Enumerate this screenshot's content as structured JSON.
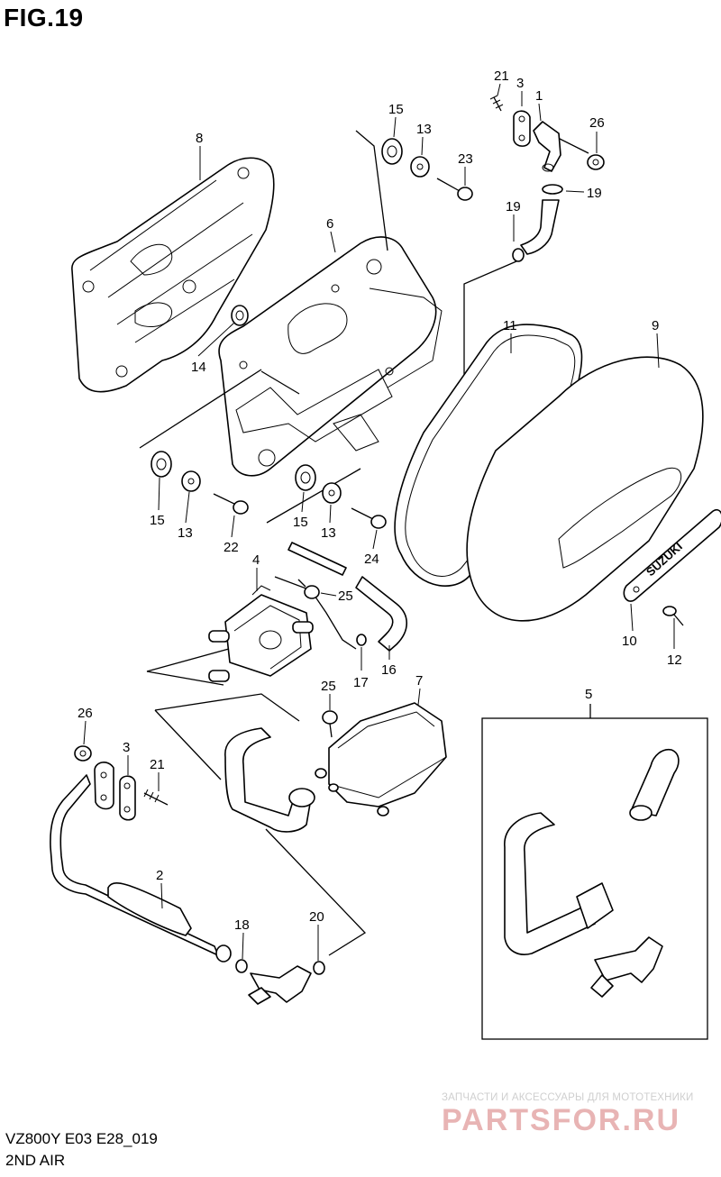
{
  "figure": {
    "title": "FIG.19",
    "model_code": "VZ800Y  E03  E28_019",
    "section_name": "2ND AIR"
  },
  "parts": [
    {
      "ref": "1"
    },
    {
      "ref": "2"
    },
    {
      "ref": "3"
    },
    {
      "ref": "3"
    },
    {
      "ref": "4"
    },
    {
      "ref": "5"
    },
    {
      "ref": "6"
    },
    {
      "ref": "7"
    },
    {
      "ref": "8"
    },
    {
      "ref": "9"
    },
    {
      "ref": "10"
    },
    {
      "ref": "11"
    },
    {
      "ref": "12"
    },
    {
      "ref": "13"
    },
    {
      "ref": "13"
    },
    {
      "ref": "13"
    },
    {
      "ref": "14"
    },
    {
      "ref": "15"
    },
    {
      "ref": "15"
    },
    {
      "ref": "15"
    },
    {
      "ref": "16"
    },
    {
      "ref": "17"
    },
    {
      "ref": "18"
    },
    {
      "ref": "19"
    },
    {
      "ref": "19"
    },
    {
      "ref": "20"
    },
    {
      "ref": "21"
    },
    {
      "ref": "21"
    },
    {
      "ref": "22"
    },
    {
      "ref": "23"
    },
    {
      "ref": "24"
    },
    {
      "ref": "25"
    },
    {
      "ref": "25"
    },
    {
      "ref": "26"
    },
    {
      "ref": "26"
    }
  ],
  "emblem_text": "SUZUKI",
  "watermark": {
    "tagline": "ЗАПЧАСТИ И АКСЕССУАРЫ ДЛЯ МОТОТЕХНИКИ",
    "logo_text": "PARTSFOR.RU",
    "color": "#e8b4b4"
  }
}
